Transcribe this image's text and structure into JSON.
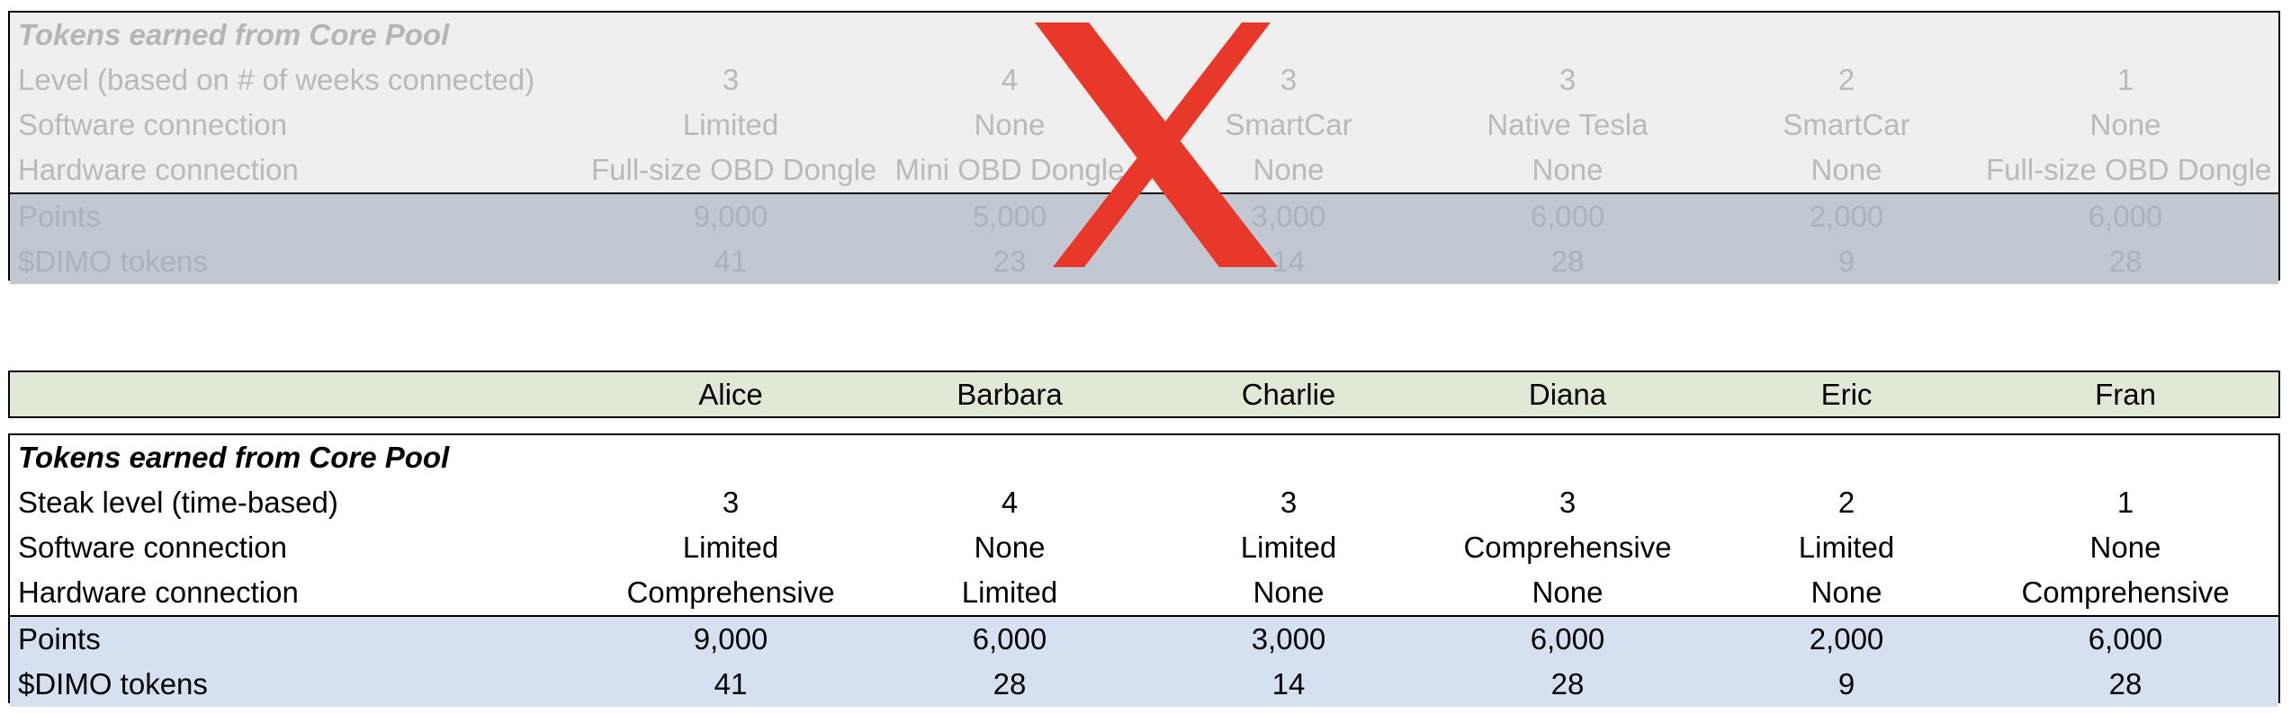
{
  "columns": [
    "Alice",
    "Barbara",
    "Charlie",
    "Diana",
    "Eric",
    "Fran"
  ],
  "old_table": {
    "title": "Tokens earned from Core Pool",
    "rows": [
      {
        "label": "Level (based on # of weeks connected)",
        "values": [
          "3",
          "4",
          "3",
          "3",
          "2",
          "1"
        ]
      },
      {
        "label": "Software connection",
        "values": [
          "Limited",
          "None",
          "SmartCar",
          "Native Tesla",
          "SmartCar",
          "None"
        ]
      },
      {
        "label": "Hardware connection",
        "values": [
          "Full-size OBD Dongle",
          "Mini OBD Dongle",
          "None",
          "None",
          "None",
          "Full-size OBD Dongle"
        ]
      }
    ],
    "highlight_rows": [
      {
        "label": "Points",
        "values": [
          "9,000",
          "5,000",
          "3,000",
          "6,000",
          "2,000",
          "6,000"
        ]
      },
      {
        "label": "$DIMO tokens",
        "values": [
          "41",
          "23",
          "14",
          "28",
          "9",
          "28"
        ]
      }
    ]
  },
  "new_table": {
    "title": "Tokens earned from Core Pool",
    "rows": [
      {
        "label": "Steak level (time-based)",
        "values": [
          "3",
          "4",
          "3",
          "3",
          "2",
          "1"
        ]
      },
      {
        "label": "Software connection",
        "values": [
          "Limited",
          "None",
          "Limited",
          "Comprehensive",
          "Limited",
          "None"
        ]
      },
      {
        "label": "Hardware connection",
        "values": [
          "Comprehensive",
          "Limited",
          "None",
          "None",
          "None",
          "Comprehensive"
        ]
      }
    ],
    "highlight_rows": [
      {
        "label": "Points",
        "values": [
          "9,000",
          "6,000",
          "3,000",
          "6,000",
          "2,000",
          "6,000"
        ]
      },
      {
        "label": "$DIMO tokens",
        "values": [
          "41",
          "28",
          "14",
          "28",
          "9",
          "28"
        ]
      }
    ]
  },
  "colors": {
    "header_bg": "#dfe9d6",
    "new_highlight_bg": "#d5e1f0",
    "old_bg": "#efefef",
    "old_highlight_bg": "#c2c8d1",
    "cross": "#e8382a"
  },
  "overlay_icon": "red-x-cross-icon"
}
